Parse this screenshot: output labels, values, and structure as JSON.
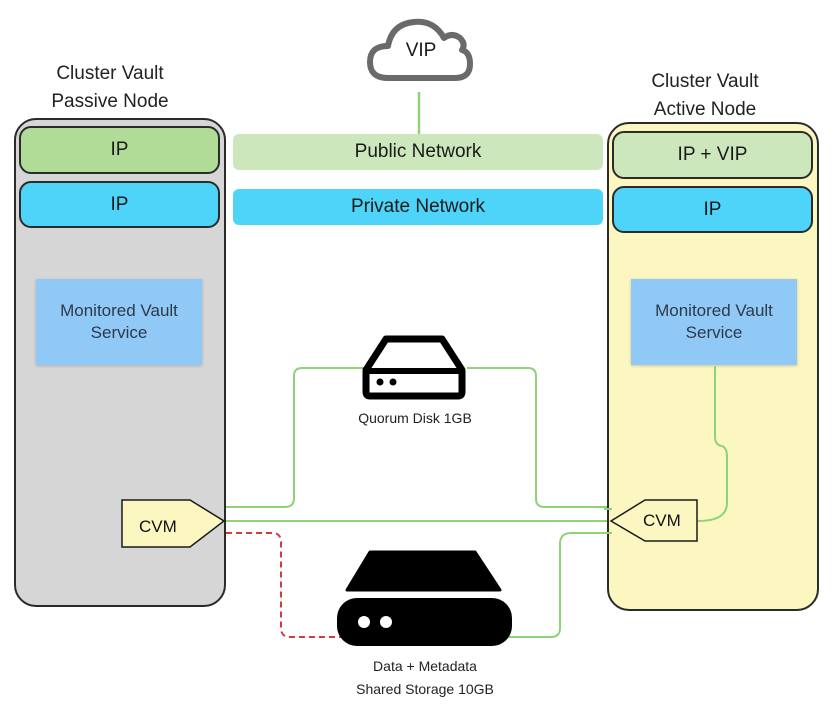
{
  "vip": {
    "label": "VIP",
    "icon": "cloud-icon"
  },
  "networks": {
    "public": "Public Network",
    "private": "Private Network"
  },
  "passive_node": {
    "title_line1": "Cluster Vault",
    "title_line2": "Passive Node",
    "public_ip": "IP",
    "private_ip": "IP",
    "service": "Monitored Vault Service",
    "cvm": "CVM"
  },
  "active_node": {
    "title_line1": "Cluster Vault",
    "title_line2": "Active Node",
    "public_ip": "IP + VIP",
    "private_ip": "IP",
    "service": "Monitored Vault Service",
    "cvm": "CVM"
  },
  "quorum_disk": {
    "label": "Quorum Disk 1GB",
    "icon": "hard-drive-icon"
  },
  "shared_storage": {
    "label_line1": "Data + Metadata",
    "label_line2": "Shared Storage 10GB",
    "icon": "hard-drive-icon"
  },
  "colors": {
    "green_link": "#8fd27a",
    "red_dashed_link": "#d23c3c",
    "passive_bg": "#d6d6d6",
    "active_bg": "#fcf7c0",
    "public_net": "#cde7bd",
    "private_net": "#4dd4f8",
    "service_bg": "#90c8f6"
  }
}
